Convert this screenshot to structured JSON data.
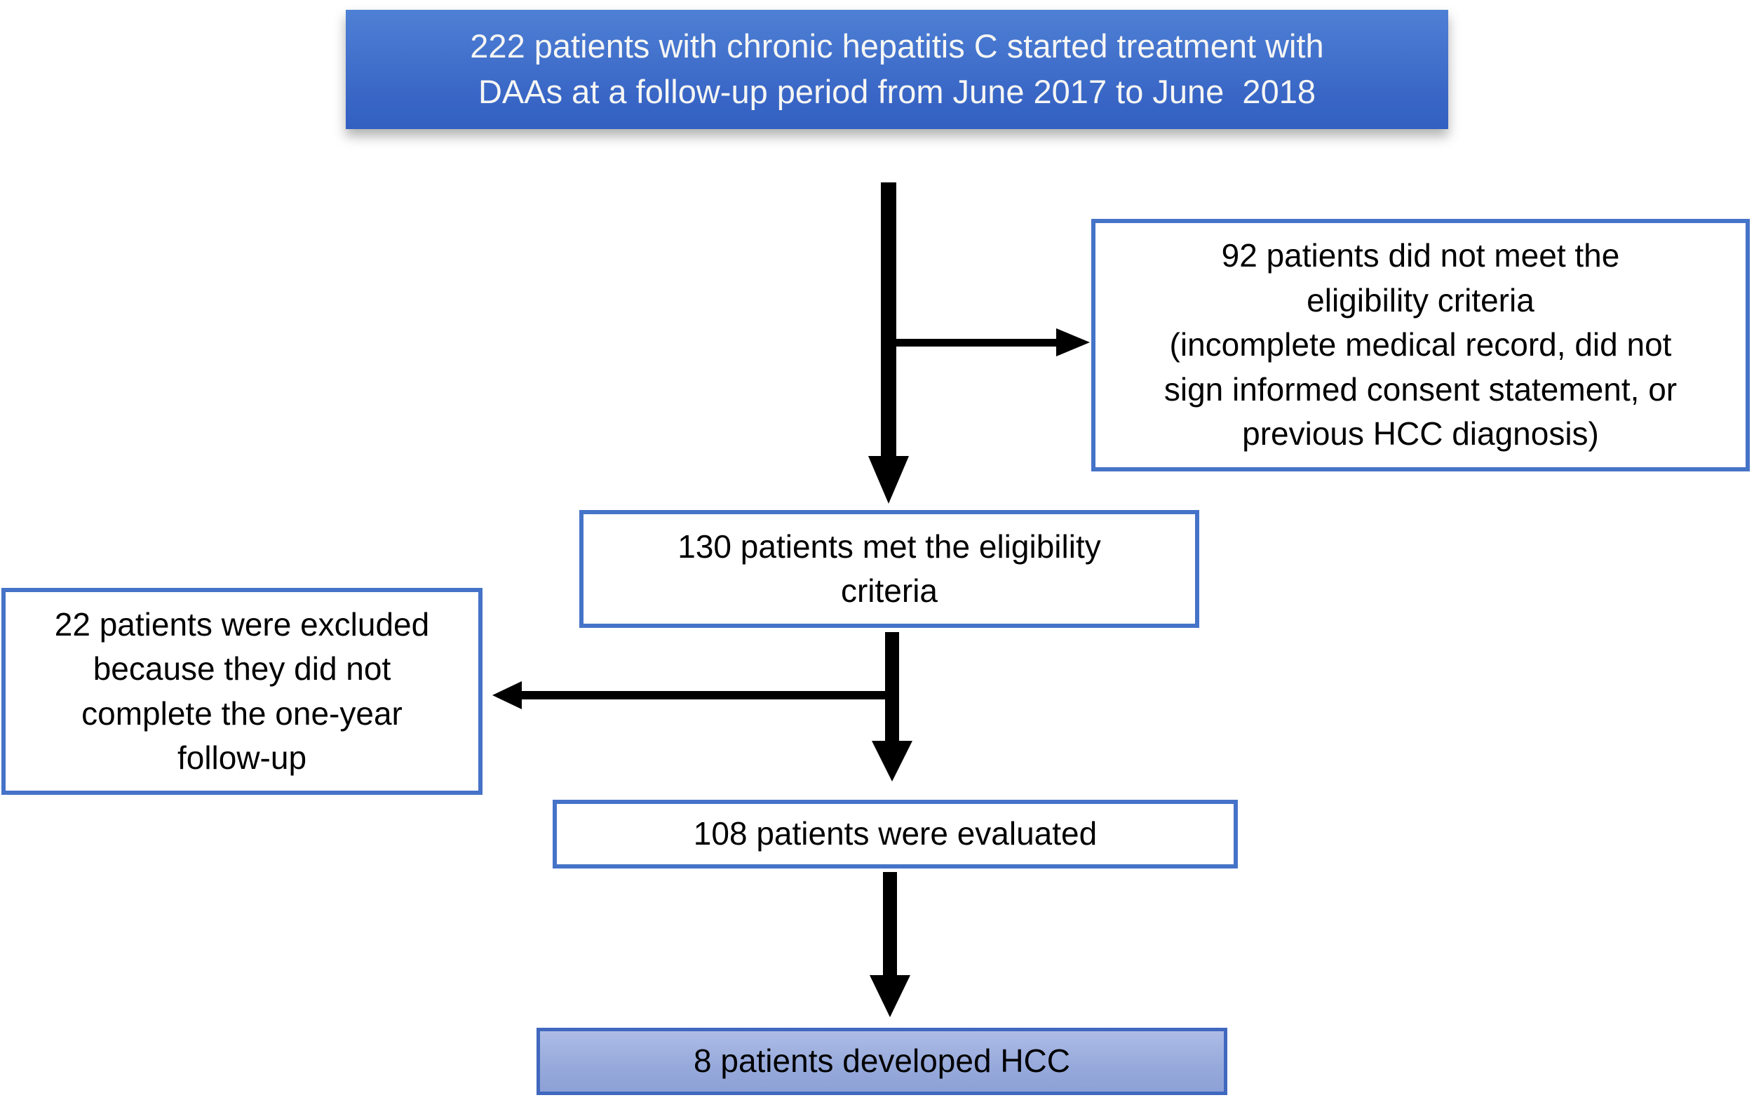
{
  "figure": {
    "type": "patient-flow-diagram",
    "boxes": {
      "enrolled": {
        "text": "222 patients with chronic hepatitis C started treatment with\nDAAs at a follow-up period from June 2017 to June  2018",
        "style": "blue-gradient-header"
      },
      "not_eligible": {
        "text": "92 patients did not meet the\neligibility criteria\n(incomplete medical record, did not\nsign informed consent statement, or\nprevious HCC diagnosis)",
        "style": "white-blue-outline"
      },
      "eligible": {
        "text": "130 patients met the eligibility\ncriteria",
        "style": "white-blue-outline"
      },
      "excluded": {
        "text": "22 patients were excluded\nbecause they did not\ncomplete the one-year\nfollow-up",
        "style": "white-blue-outline"
      },
      "evaluated": {
        "text": "108 patients were evaluated",
        "style": "white-blue-outline"
      },
      "outcome": {
        "text": "8 patients developed HCC",
        "style": "light-blue-fill"
      }
    },
    "flow": [
      "enrolled -> eligible (branch right -> not_eligible)",
      "eligible -> evaluated (branch left -> excluded)",
      "evaluated -> outcome"
    ],
    "colors": {
      "header_gradient_top": "#4e80d5",
      "header_gradient_bottom": "#3260c2",
      "header_text": "#f6f6f4",
      "box_border_blue": "#4573c8",
      "outcome_gradient_top": "#aebce6",
      "outcome_gradient_bottom": "#8da1d7",
      "outcome_border": "#4068be",
      "arrow": "#000000",
      "body_text": "#000000",
      "background": "#ffffff"
    }
  }
}
